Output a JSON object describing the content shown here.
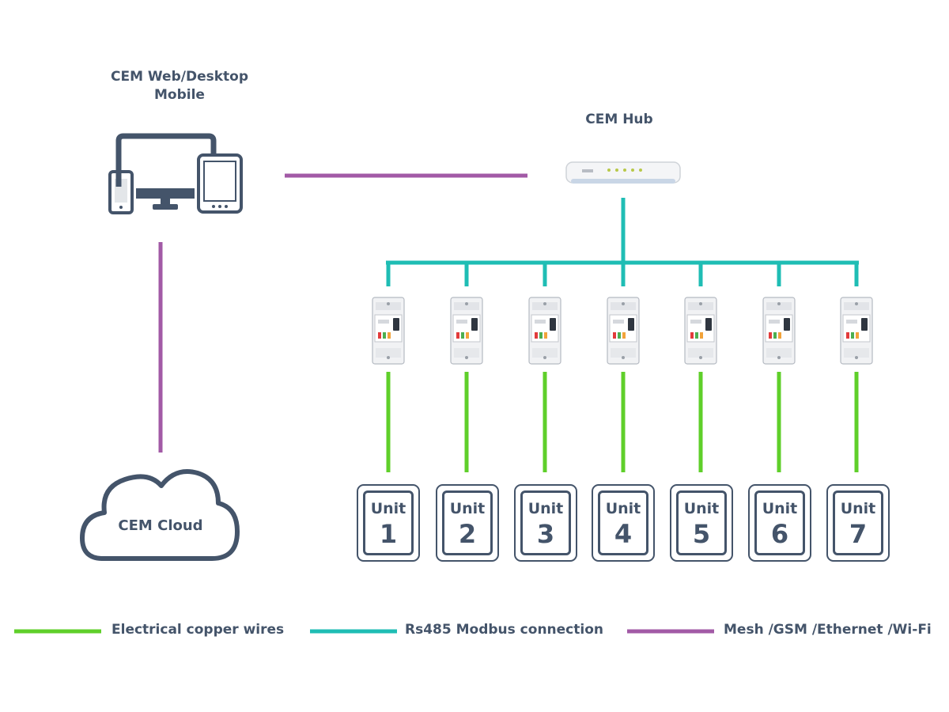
{
  "titles": {
    "devices_line1": "CEM Web/Desktop",
    "devices_line2": "Mobile",
    "hub": "CEM Hub",
    "cloud": "CEM Cloud"
  },
  "units": [
    {
      "label": "Unit",
      "number": "1"
    },
    {
      "label": "Unit",
      "number": "2"
    },
    {
      "label": "Unit",
      "number": "3"
    },
    {
      "label": "Unit",
      "number": "4"
    },
    {
      "label": "Unit",
      "number": "5"
    },
    {
      "label": "Unit",
      "number": "6"
    },
    {
      "label": "Unit",
      "number": "7"
    }
  ],
  "legend": [
    {
      "label": "Electrical copper wires",
      "color": "#5fcf2a"
    },
    {
      "label": "Rs485 Modbus connection",
      "color": "#1fbdb4"
    },
    {
      "label": "Mesh /GSM /Ethernet /Wi-Fi",
      "color": "#a25aa6"
    }
  ],
  "colors": {
    "copper": "#5fcf2a",
    "rs485": "#1fbdb4",
    "mesh": "#a25aa6",
    "icon": "#44546a"
  }
}
